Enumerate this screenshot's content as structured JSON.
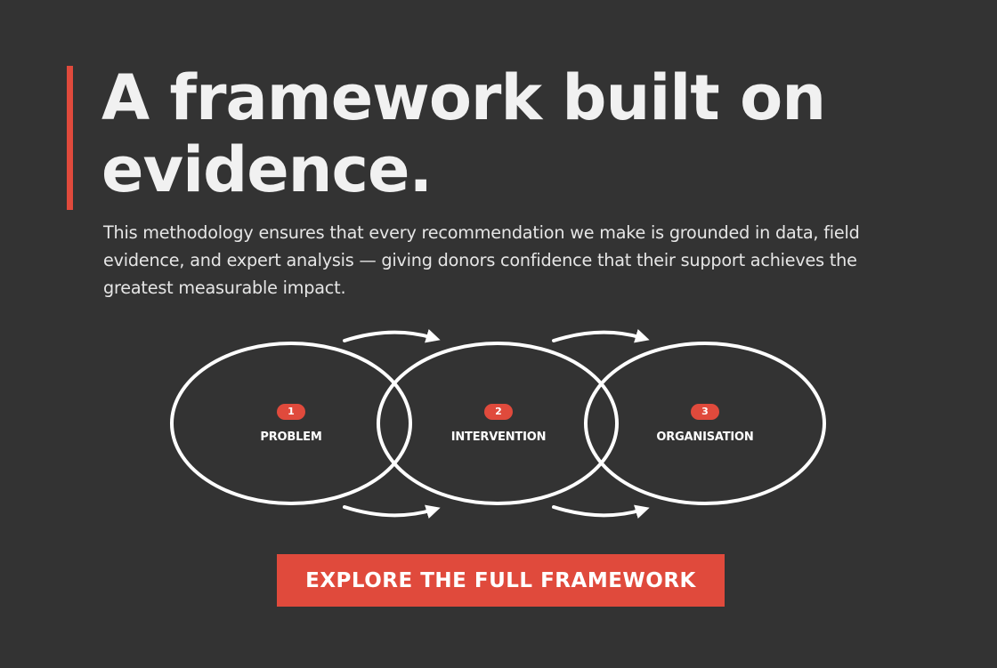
{
  "hero": {
    "title_line1": "A framework built on",
    "title_line2": "evidence.",
    "description": "This methodology ensures that every recommendation we make is grounded in data, field evidence, and expert analysis — giving donors confidence that their support achieves the greatest measurable impact.",
    "accent_color": "#e04a3c"
  },
  "diagram": {
    "steps": [
      {
        "number": "1",
        "label": "PROBLEM"
      },
      {
        "number": "2",
        "label": "INTERVENTION"
      },
      {
        "number": "3",
        "label": "ORGANISATION"
      }
    ],
    "flow": "1 → 2 → 3",
    "stroke_color": "#ffffff",
    "badge_color": "#e04a3c"
  },
  "cta": {
    "label": "EXPLORE THE FULL FRAMEWORK",
    "color": "#e04a3c"
  }
}
